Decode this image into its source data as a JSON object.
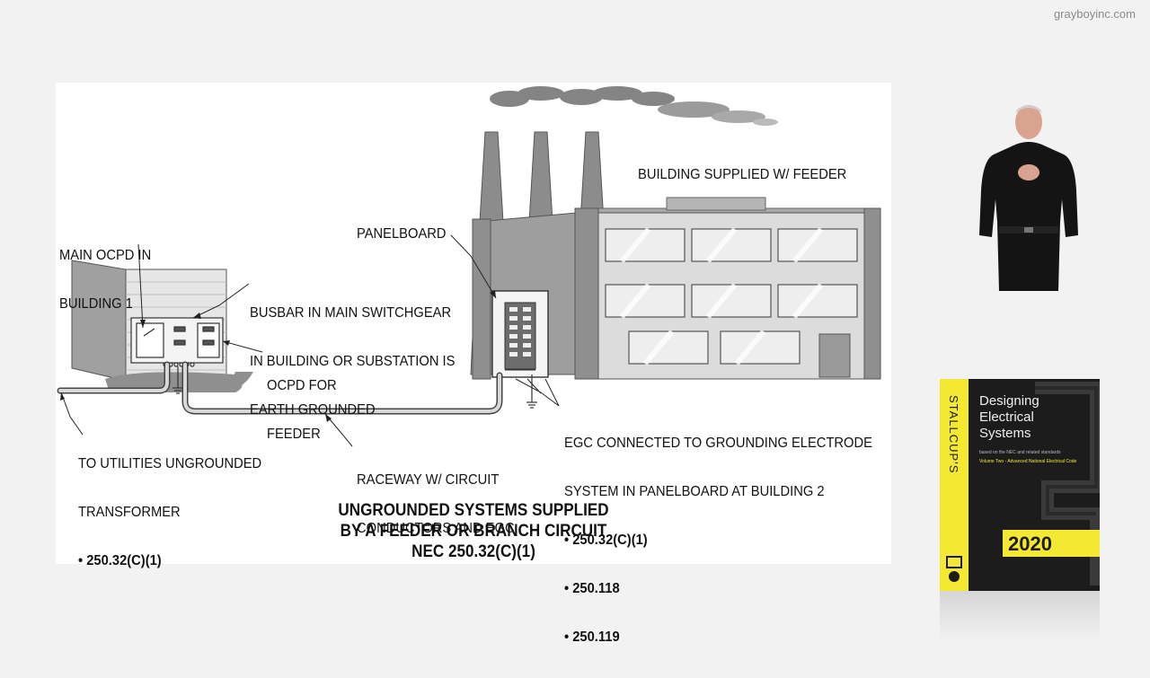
{
  "site": {
    "watermark": "grayboyinc.com"
  },
  "diagram": {
    "labels": {
      "main_ocpd": [
        "MAIN OCPD IN",
        "BUILDING 1"
      ],
      "busbar": [
        "BUSBAR IN MAIN SWITCHGEAR",
        "IN BUILDING OR SUBSTATION IS",
        "EARTH GROUNDED"
      ],
      "ocpd_feeder": [
        "OCPD FOR",
        "FEEDER"
      ],
      "panelboard": "PANELBOARD",
      "building_supplied": "BUILDING SUPPLIED W/ FEEDER",
      "egc_connected": [
        "EGC CONNECTED TO GROUNDING ELECTRODE",
        "SYSTEM IN PANELBOARD AT BUILDING 2"
      ],
      "egc_refs": [
        "• 250.32(C)(1)",
        "• 250.118",
        "• 250.119"
      ],
      "utilities": [
        "TO UTILITIES UNGROUNDED",
        "TRANSFORMER"
      ],
      "utilities_ref": "• 250.32(C)(1)",
      "raceway": [
        "RACEWAY W/ CIRCUIT",
        "CONDUCTORS AND EGC"
      ]
    },
    "caption": [
      "UNGROUNDED SYSTEMS SUPPLIED",
      "BY A FEEDER OR BRANCH CIRCUIT",
      "NEC 250.32(C)(1)"
    ]
  },
  "book": {
    "spine": "STALLCUP'S",
    "title": [
      "Designing",
      "Electrical",
      "Systems"
    ],
    "subtitle": "based on the NEC and related standards",
    "volume": "Volume Two - Advanced National Electrical Code",
    "year": "2020",
    "accent": "#f5e832"
  }
}
